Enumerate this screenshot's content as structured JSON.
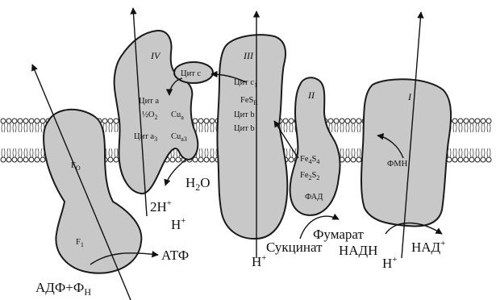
{
  "complexes": {
    "atp_synthase": {
      "f0": "F",
      "f0_sub": "O",
      "f1": "F",
      "f1_sub": "1"
    },
    "complex_iv": {
      "numeral": "IV",
      "cyt_a_line": "Цит a",
      "cu_a": "Cu",
      "cu_a_sub": "a",
      "o2_half": "½O",
      "o2_sub": "2",
      "cyt_a3_line": "Цит a",
      "cyt_a3_sub": "3",
      "cu_a3": "Cu",
      "cu_a3_sub": "a3"
    },
    "cytochrome_c": {
      "label": "Цит c"
    },
    "complex_iii": {
      "numeral": "III",
      "cyt_c1": "Цит c",
      "cyt_c1_sub": "1",
      "fes": "FeS",
      "fes_sub": "R",
      "cyt_b": "Цит b",
      "cyt_b2": "Цит b"
    },
    "complex_ii": {
      "numeral": "II",
      "fe4s4": "Fe",
      "fe4s4_a": "4",
      "fe4s4_s": "S",
      "fe4s4_b": "4",
      "fe2s2": "Fe",
      "fe2s2_a": "2",
      "fe2s2_s": "S",
      "fe2s2_b": "2",
      "fad": "ФАД"
    },
    "complex_i": {
      "numeral": "I",
      "fmn": "ФМН"
    }
  },
  "labels": {
    "adp_pi": "АДФ+Ф",
    "adp_pi_sub": "Н",
    "atp": "АТФ",
    "water": "H",
    "water_sub": "2",
    "water_tail": "O",
    "two_h": "2H",
    "two_h_sup": "+",
    "h_iv": "H",
    "h_iv_sup": "+",
    "h_iii": "H",
    "h_iii_sup": "+",
    "succinate": "Сукцинат",
    "fumarate": "Фумарат",
    "nadh": "НАДН",
    "h_i": "H",
    "h_i_sup": "+",
    "nad": "НАД",
    "nad_sup": "+"
  }
}
